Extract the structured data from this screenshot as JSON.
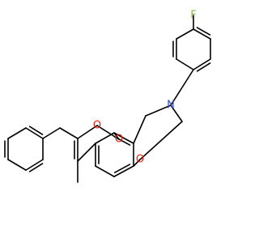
{
  "molecule": {
    "atoms": [
      {
        "id": "F",
        "label": "F"
      },
      {
        "id": "N",
        "label": "N"
      },
      {
        "id": "O_ring",
        "label": "O"
      },
      {
        "id": "O_lactone",
        "label": "O"
      },
      {
        "id": "O_carbonyl",
        "label": "O"
      }
    ]
  },
  "colors": {
    "bond": "#000000",
    "F": "#7fbf3a",
    "N": "#2a4bd7",
    "O": "#e8210f"
  }
}
